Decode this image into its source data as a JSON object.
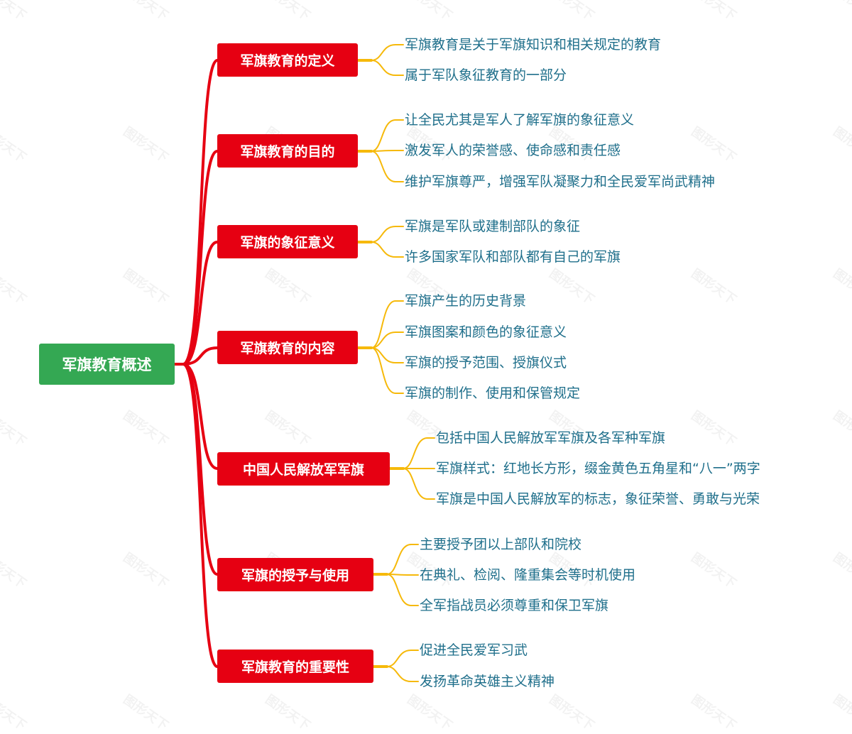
{
  "colors": {
    "root_fill": "#34a853",
    "branch_fill": "#e60012",
    "branch_link": "#e60012",
    "leaf_link": "#f6b90a",
    "leaf_text": "#1f6f8b",
    "background": "#ffffff"
  },
  "watermark": "图形天下",
  "root": {
    "label": "军旗教育概述"
  },
  "branches": [
    {
      "label": "军旗教育的定义",
      "leaves": [
        "军旗教育是关于军旗知识和相关规定的教育",
        "属于军队象征教育的一部分"
      ]
    },
    {
      "label": "军旗教育的目的",
      "leaves": [
        "让全民尤其是军人了解军旗的象征意义",
        "激发军人的荣誉感、使命感和责任感",
        "维护军旗尊严，增强军队凝聚力和全民爱军尚武精神"
      ]
    },
    {
      "label": "军旗的象征意义",
      "leaves": [
        "军旗是军队或建制部队的象征",
        "许多国家军队和部队都有自己的军旗"
      ]
    },
    {
      "label": "军旗教育的内容",
      "leaves": [
        "军旗产生的历史背景",
        "军旗图案和颜色的象征意义",
        "军旗的授予范围、授旗仪式",
        "军旗的制作、使用和保管规定"
      ]
    },
    {
      "label": "中国人民解放军军旗",
      "leaves": [
        "包括中国人民解放军军旗及各军种军旗",
        "军旗样式：红地长方形，缀金黄色五角星和“八一”两字",
        "军旗是中国人民解放军的标志，象征荣誉、勇敢与光荣"
      ]
    },
    {
      "label": "军旗的授予与使用",
      "leaves": [
        "主要授予团以上部队和院校",
        "在典礼、检阅、隆重集会等时机使用",
        "全军指战员必须尊重和保卫军旗"
      ]
    },
    {
      "label": "军旗教育的重要性",
      "leaves": [
        "促进全民爱军习武",
        "发扬革命英雄主义精神"
      ]
    }
  ]
}
